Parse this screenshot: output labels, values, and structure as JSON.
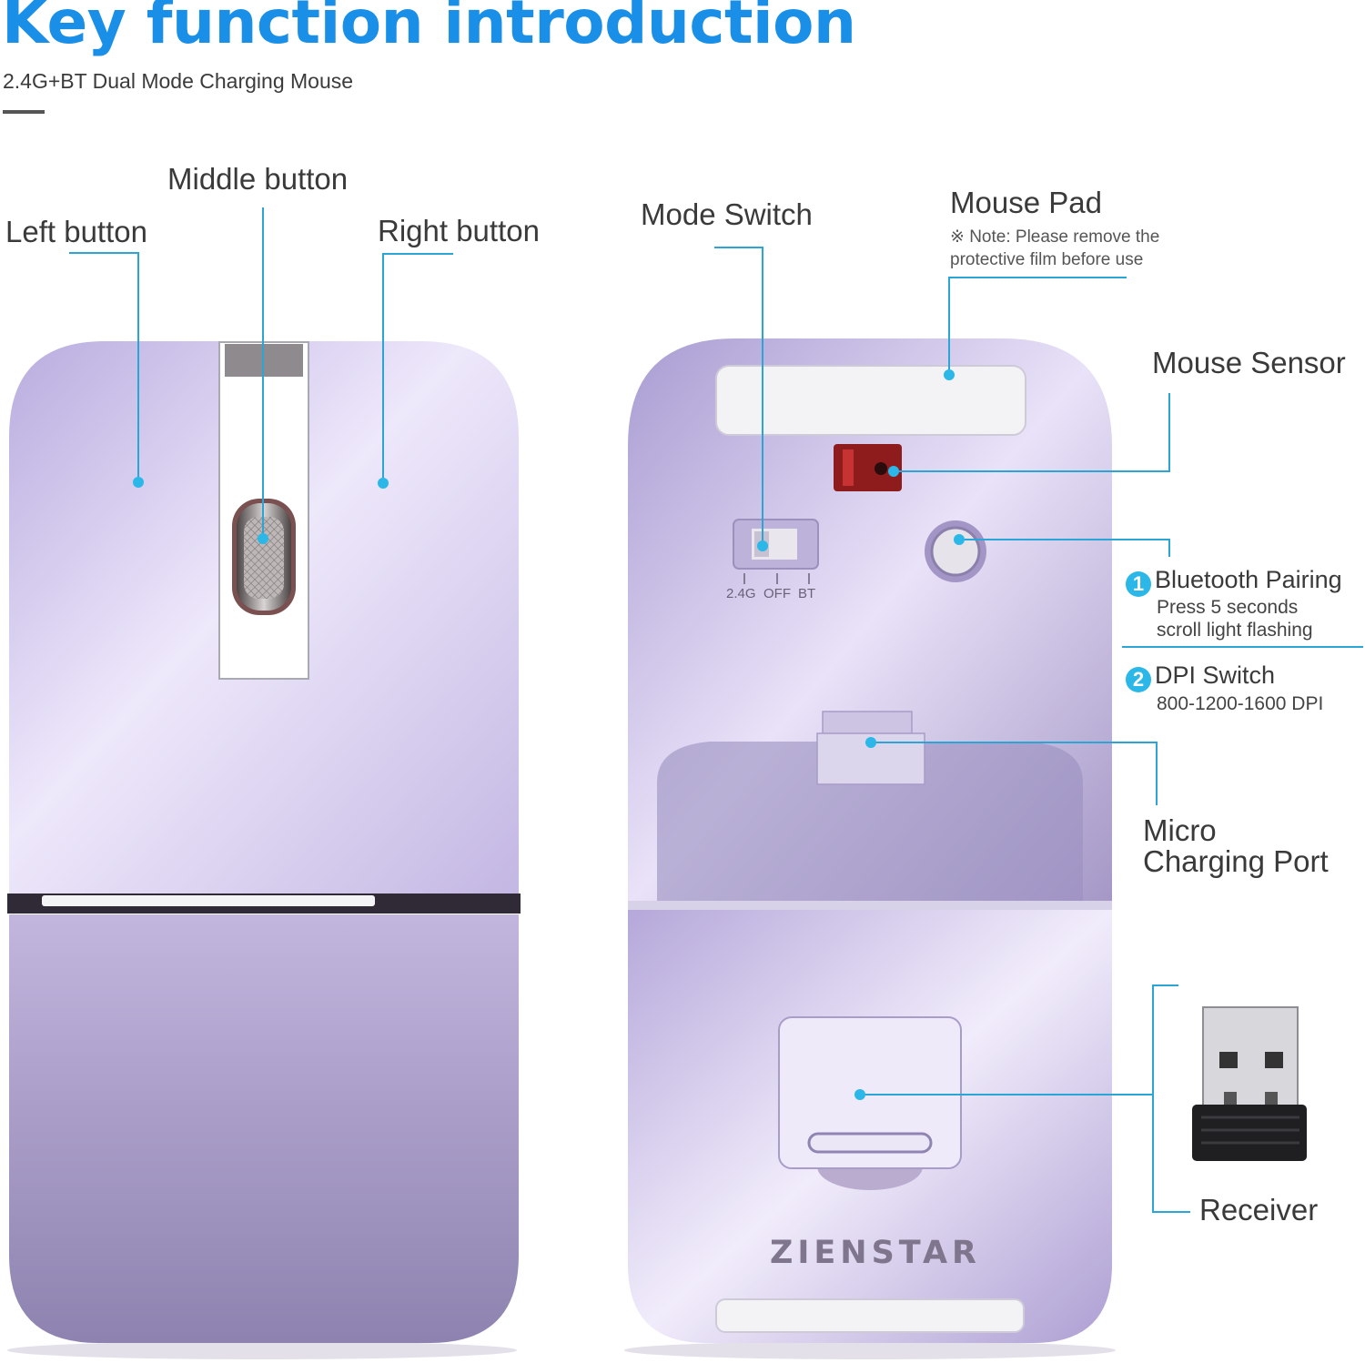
{
  "header": {
    "title": "Key function introduction",
    "subtitle": "2.4G+BT Dual Mode Charging Mouse"
  },
  "callouts": {
    "left_button": "Left button",
    "middle_button": "Middle button",
    "right_button": "Right button",
    "mode_switch": "Mode Switch",
    "mouse_pad": "Mouse Pad",
    "mouse_pad_note_line1": "※ Note: Please remove the",
    "mouse_pad_note_line2": "protective film before use",
    "mouse_sensor": "Mouse Sensor",
    "bluetooth_num": "1",
    "bluetooth_title": "Bluetooth Pairing",
    "bluetooth_line1": "Press 5 seconds",
    "bluetooth_line2": "scroll light flashing",
    "dpi_num": "2",
    "dpi_title": "DPI Switch",
    "dpi_desc": "800-1200-1600 DPI",
    "charging_line1": "Micro",
    "charging_line2": "Charging Port",
    "receiver": "Receiver"
  },
  "switch_labels": [
    "2.4G",
    "OFF",
    "BT"
  ],
  "brand": "ZIENSTAR",
  "colors": {
    "accent": "#1a8fe8",
    "leader_line": "#2aa5d6",
    "badge": "#2bb7e8",
    "mouse_body": "#c9bde6",
    "mouse_shadow": "#9b8fbd"
  }
}
